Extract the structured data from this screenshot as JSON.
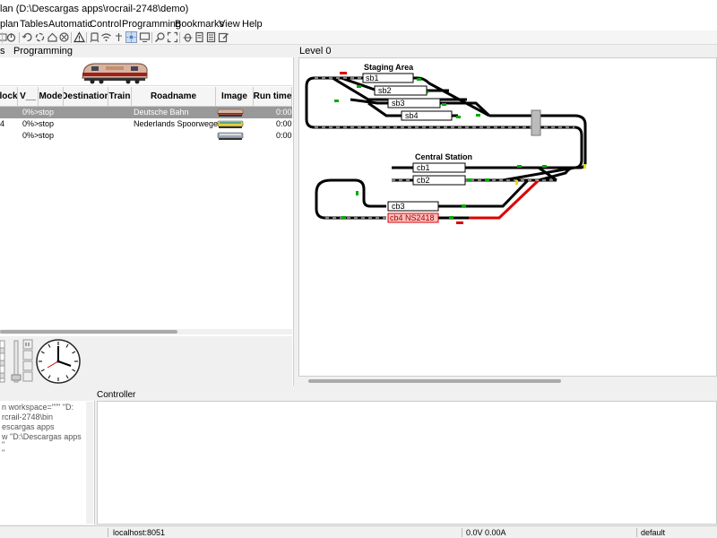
{
  "window": {
    "title": "lan (D:\\Descargas apps\\rocrail-2748\\demo)"
  },
  "menu": [
    "plan",
    "Tables",
    "Automatic",
    "Control",
    "Programming",
    "Bookmarks",
    "View",
    "Help"
  ],
  "left_tabs": [
    "s",
    "Programming"
  ],
  "loco_table": {
    "headers": [
      "lock",
      "V__",
      "Mode",
      "Destination",
      "Train",
      "Roadname",
      "Image",
      "Run time"
    ],
    "rows": [
      {
        "block": "",
        "speed": "0%>",
        "mode": "stop",
        "destination": "",
        "train": "",
        "roadname": "Deutsche Bahn",
        "runtime": "0:00",
        "selected": true
      },
      {
        "block": "4",
        "speed": "0%>",
        "mode": "stop",
        "destination": "",
        "train": "",
        "roadname": "Nederlands Spoorwegen",
        "runtime": "0:00",
        "selected": false
      },
      {
        "block": "",
        "speed": "0%>",
        "mode": "stop",
        "destination": "",
        "train": "",
        "roadname": "",
        "runtime": "0:00",
        "selected": false
      }
    ]
  },
  "plan": {
    "level_tab": "Level 0",
    "labels": {
      "staging": "Staging Area",
      "central": "Central Station"
    },
    "blocks": [
      "sb1",
      "sb2",
      "sb3",
      "sb4",
      "cb1",
      "cb2",
      "cb3",
      "cb4 NS2418"
    ],
    "colors": {
      "occupied": "#ffc0c0",
      "track": "#000000",
      "green": "#00c000",
      "red": "#e00000",
      "yellow": "#e0e000"
    }
  },
  "controller": {
    "label": "Controller"
  },
  "log": [
    "n workspace=\"\"\" \"D:",
    "rcrail-2748\\bin",
    "escargas apps",
    "w \"D:\\Descargas apps",
    "\"",
    "\""
  ],
  "status": {
    "host": "localhost:8051",
    "power": "0.0V 0.00A",
    "mode": "default"
  }
}
